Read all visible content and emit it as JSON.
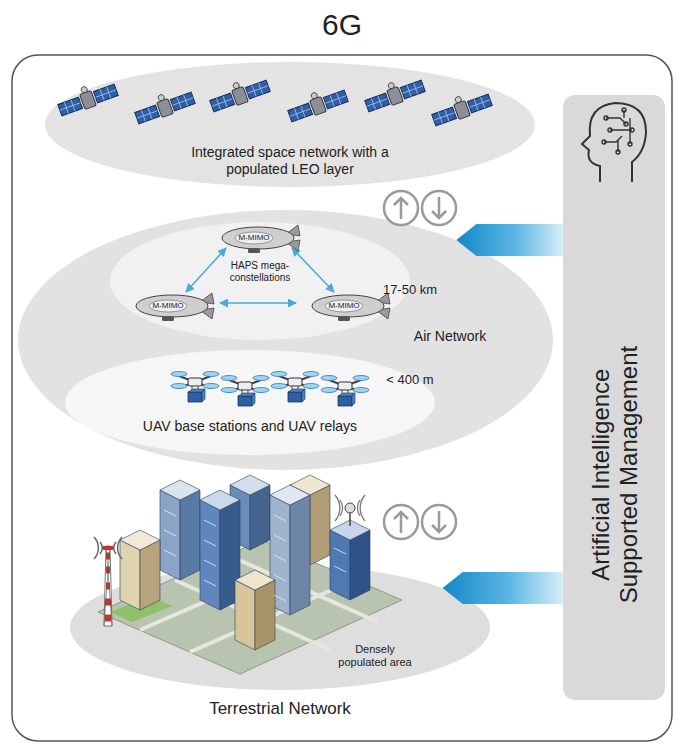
{
  "diagram": {
    "title": "6G",
    "nodes": [
      {
        "text": [
          "Integrated space network with a populated LEO layer"
        ]
      },
      {
        "text": [
          "Air Network"
        ]
      },
      {
        "text": [
          "HAPS mega-constellations"
        ],
        "in": 1
      },
      {
        "text": [
          "UAV base stations and UAV relays"
        ],
        "in": 1
      },
      {
        "text": [
          "Terrestrial Network",
          "Densely populated area"
        ]
      },
      {
        "text": [
          "Artificial Intelligence Supported Management"
        ]
      }
    ],
    "edges": [
      {
        "from": 5,
        "to": 1,
        "arrow": "to"
      },
      {
        "from": 5,
        "to": 4,
        "arrow": "to"
      }
    ],
    "labels": [
      "17-50 km",
      "< 400 m",
      "M-MIMO",
      "M-MIMO",
      "M-MIMO"
    ]
  }
}
